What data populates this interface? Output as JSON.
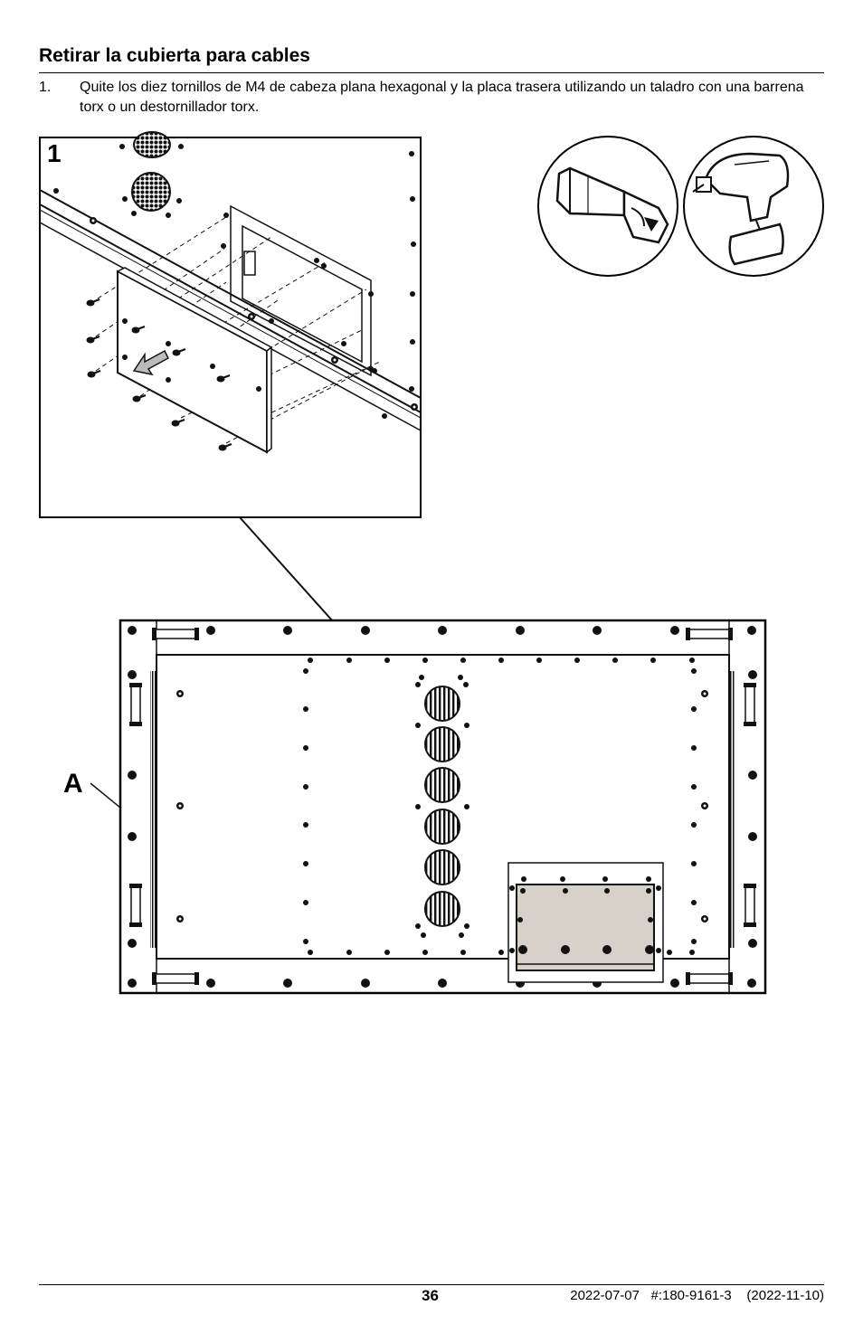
{
  "section_title": "Retirar la cubierta para cables",
  "steps": [
    {
      "number": "1.",
      "text": "Quite los diez tornillos de M4 de cabeza plana hexagonal y la placa trasera utilizando un taladro con una barrena torx o un destornillador torx."
    }
  ],
  "figure": {
    "detail_label": "1",
    "callout_label": "A",
    "icons": [
      "torx-bit-icon",
      "cordless-drill-icon"
    ],
    "highlight_color": "#d6d2ca"
  },
  "footer": {
    "page_number": "36",
    "meta": "2022-07-07   #:180-9161-3    (2022-11-10)"
  }
}
